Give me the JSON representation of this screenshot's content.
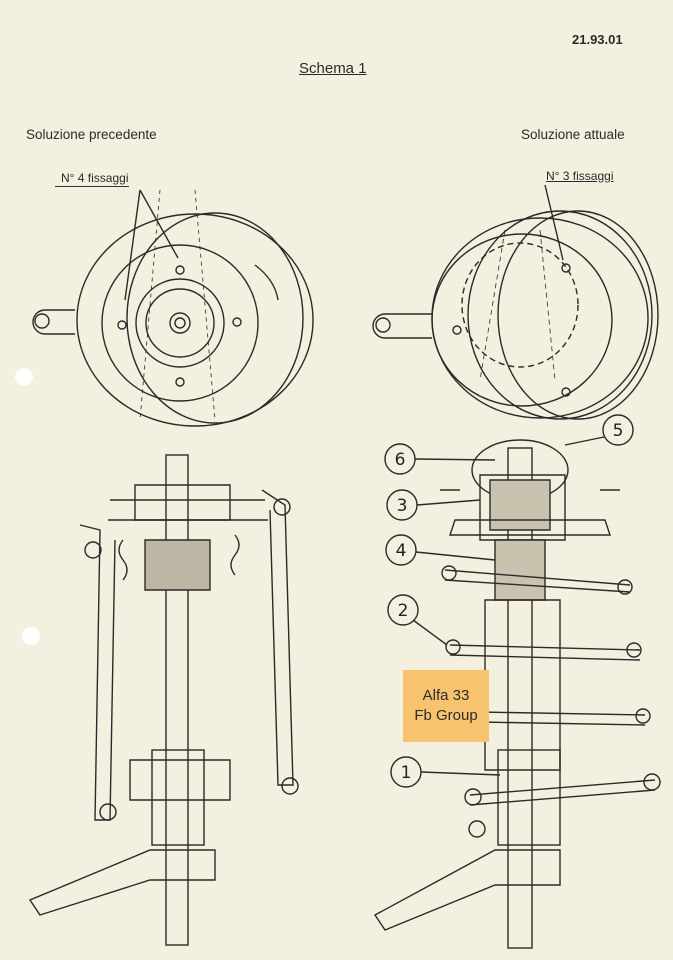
{
  "document": {
    "number": "21.93.01",
    "title": "Schema 1",
    "left_heading": "Soluzione precedente",
    "right_heading": "Soluzione attuale",
    "left_fixings": "N° 4 fissaggi",
    "right_fixings": "N° 3 fissaggi",
    "callouts": [
      "1",
      "2",
      "3",
      "4",
      "5",
      "6"
    ],
    "badge": {
      "line1": "Alfa 33",
      "line2": "Fb Group",
      "color": "#f8c36f"
    }
  }
}
